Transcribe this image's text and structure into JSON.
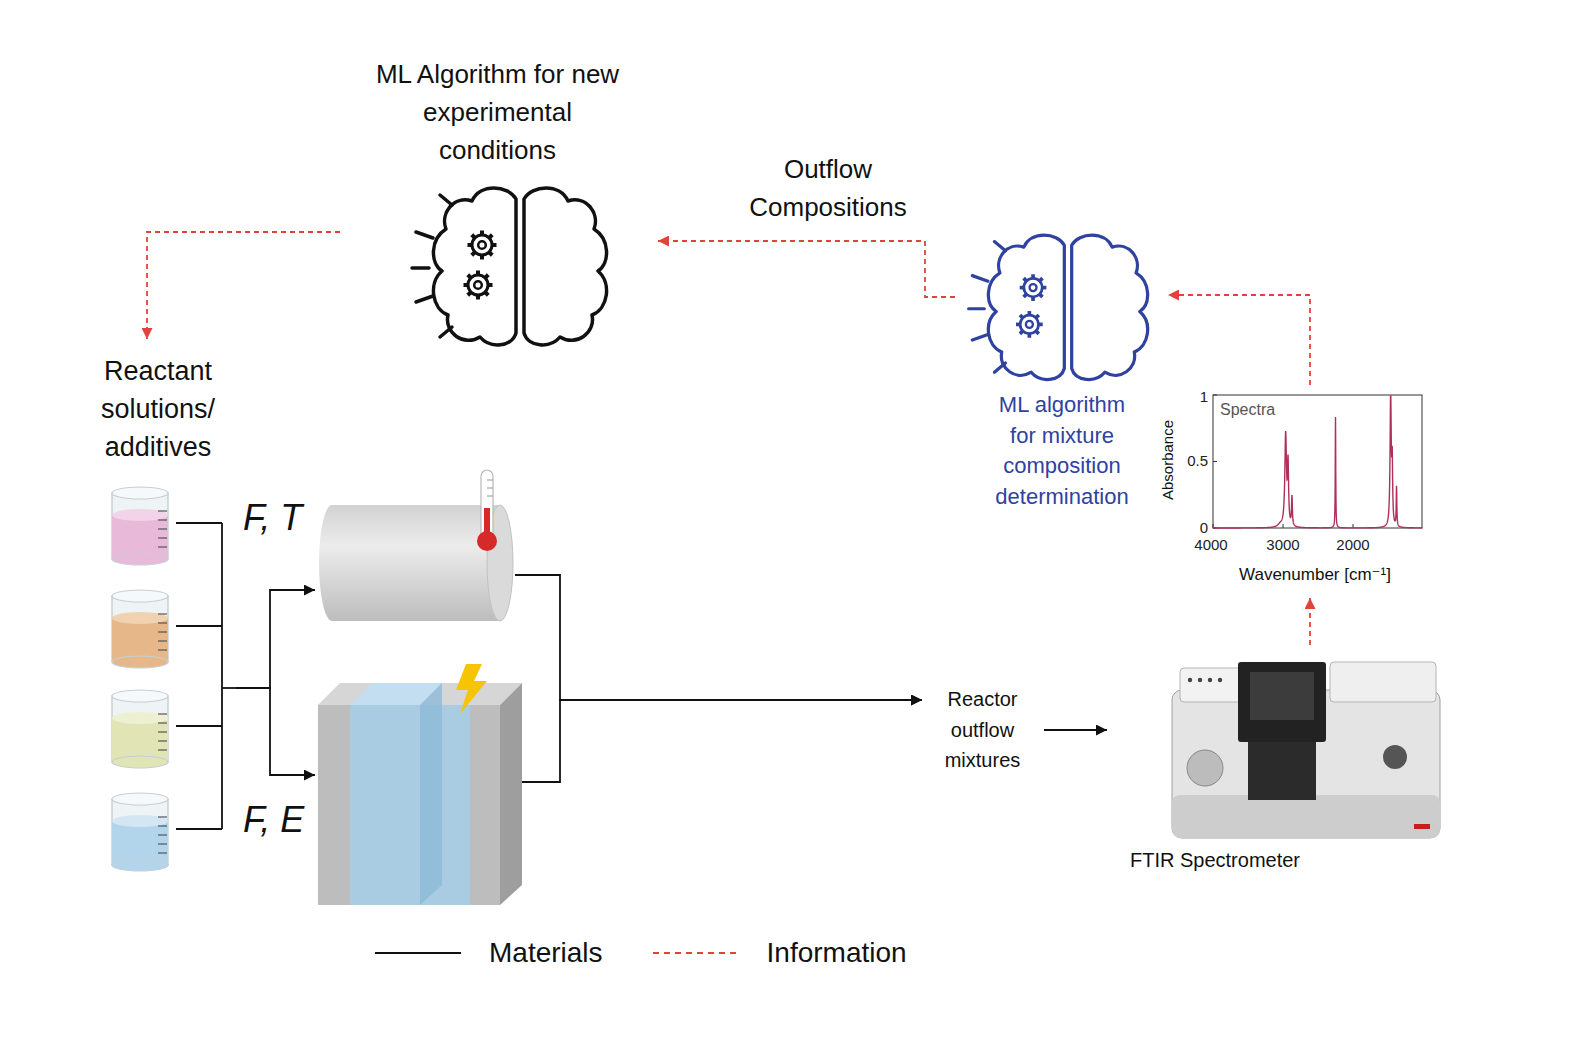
{
  "diagram": {
    "nodes": [
      {
        "text": [
          "ML Algorithm for new experimental conditions"
        ]
      },
      {
        "text": [
          "ML algorithm for mixture composition determination"
        ]
      },
      {
        "text": [
          "Spectra",
          "Absorbance",
          "Wavenumber [cm⁻¹]"
        ]
      },
      {
        "text": [
          "FTIR Spectrometer"
        ]
      },
      {
        "text": [
          "Reactor outflow mixtures"
        ]
      },
      {
        "text": [
          "Reactant solutions/ additives"
        ]
      },
      {
        "text": [
          "F, T"
        ]
      },
      {
        "text": [
          "F, E"
        ]
      }
    ],
    "edges": [
      {
        "from": 0,
        "to": 5,
        "arrow": "to"
      },
      {
        "from": 1,
        "to": 0,
        "label": "Outflow Compositions",
        "arrow": "to"
      },
      {
        "from": 2,
        "to": 1,
        "arrow": "to"
      },
      {
        "from": 3,
        "to": 2,
        "arrow": "to"
      },
      {
        "from": 5,
        "to": 6,
        "arrow": "to"
      },
      {
        "from": 5,
        "to": 7,
        "arrow": "to"
      },
      {
        "from": 6,
        "to": 4,
        "arrow": "to"
      },
      {
        "from": 7,
        "to": 4,
        "arrow": "to"
      },
      {
        "from": 4,
        "to": 3,
        "arrow": "to"
      }
    ],
    "labels": [
      "1",
      "0.5",
      "0",
      "4000",
      "3000",
      "2000"
    ],
    "legend": [
      {
        "text": "Materials"
      },
      {
        "text": "Information"
      }
    ]
  }
}
